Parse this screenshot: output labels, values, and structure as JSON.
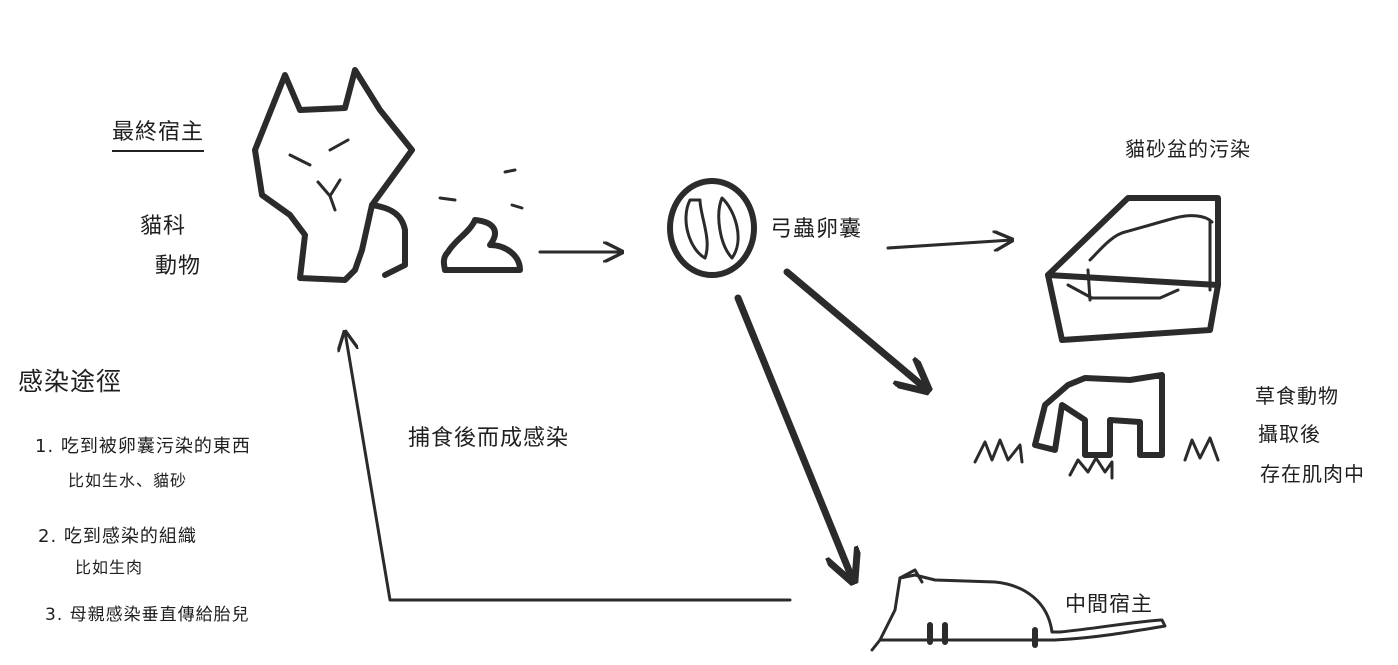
{
  "labels": {
    "definitive_host": "最終宿主",
    "feline_line1": "貓科",
    "feline_line2": "動物",
    "oocyst": "弓蟲卵囊",
    "litter_box": "貓砂盆的污染",
    "herbivore_line1": "草食動物",
    "herbivore_line2": "攝取後",
    "herbivore_line3": "存在肌肉中",
    "intermediate_host": "中間宿主",
    "predation": "捕食後而成感染",
    "routes_title": "感染途徑",
    "route1_line1": "1. 吃到被卵囊污染的東西",
    "route1_line2": "比如生水、貓砂",
    "route2_line1": "2. 吃到感染的組織",
    "route2_line2": "比如生肉",
    "route3": "3. 母親感染垂直傳給胎兒"
  },
  "icons": [
    "cat-icon",
    "feces-icon",
    "oocyst-icon",
    "litter-box-icon",
    "herbivore-icon",
    "grass-icon",
    "rodent-icon"
  ],
  "colors": {
    "ink": "#2b2b2b",
    "background": "#ffffff"
  }
}
